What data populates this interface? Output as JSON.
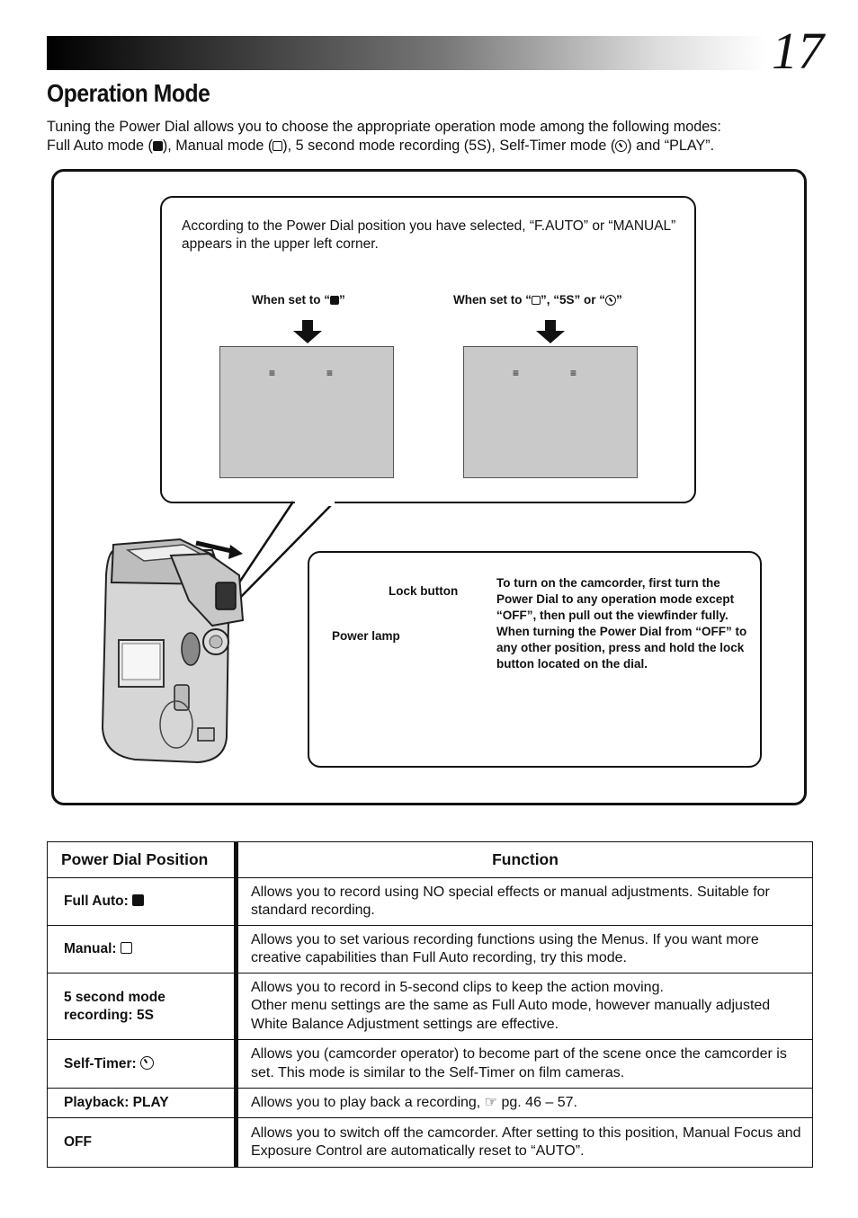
{
  "page": {
    "number": "17"
  },
  "title": "Operation Mode",
  "intro": {
    "line1": "Tuning the Power Dial allows you to choose the appropriate operation mode among the following modes:",
    "l2_a": "Full Auto mode (",
    "l2_b": "), Manual mode (",
    "l2_c": "), 5 second mode recording (5S), Self-Timer mode (",
    "l2_d": ") and “PLAY”."
  },
  "bubble": {
    "text": "According to the Power Dial position you have selected, “F.AUTO” or “MANUAL” appears in the upper left corner.",
    "left_pre": "When set to “",
    "left_post": "”",
    "right_pre": "When set to “",
    "right_mid": "”, “5S” or “",
    "right_post": "”",
    "screen_marks": [
      "≡",
      "≡"
    ]
  },
  "inset": {
    "lock_button": "Lock button",
    "power_lamp": "Power lamp",
    "instructions": "To turn on the camcorder, first turn the Power Dial to any operation mode except “OFF”, then pull out the viewfinder fully. When turning the Power Dial from “OFF” to any other position, press and hold the lock button located on the dial."
  },
  "table": {
    "headers": {
      "position": "Power Dial Position",
      "function": "Function"
    },
    "rows": [
      {
        "position": "Full Auto:",
        "icon": "full-auto-icon",
        "function": "Allows you to record using NO special effects or manual adjustments. Suitable for standard recording."
      },
      {
        "position": "Manual:",
        "icon": "manual-icon",
        "function": "Allows you to set various recording functions using the Menus. If you want more creative capabilities than Full Auto recording, try this mode."
      },
      {
        "position": "5 second mode recording: 5S",
        "icon": "",
        "function": "Allows you to record in 5-second clips to keep the action moving.",
        "function_2": "Other menu settings are the same as Full Auto mode, however manually adjusted White Balance Adjustment settings are effective."
      },
      {
        "position": "Self-Timer:",
        "icon": "self-timer-icon",
        "function": "Allows you (camcorder operator) to become part of the scene once the camcorder is set. This mode is similar to the Self-Timer on film cameras."
      },
      {
        "position": "Playback: PLAY",
        "icon": "",
        "function_pre": "Allows you to play back a recording, ",
        "function_ref": "pg. 46 – 57."
      },
      {
        "position": "OFF",
        "icon": "",
        "function": "Allows you to switch off the camcorder. After setting to this position, Manual Focus and Exposure Control are automatically reset to “AUTO”."
      }
    ]
  }
}
